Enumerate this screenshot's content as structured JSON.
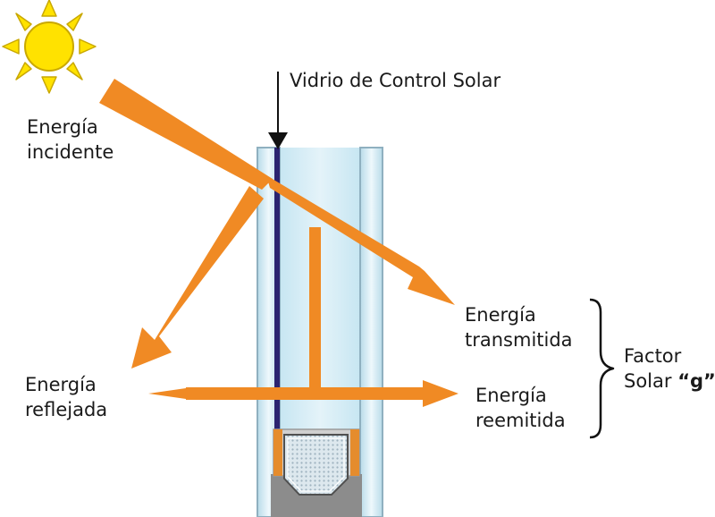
{
  "labels": {
    "glass_title": "Vidrio de Control Solar",
    "incident": [
      "Energía",
      "incidente"
    ],
    "transmitted": [
      "Energía",
      "transmitida"
    ],
    "reflected": [
      "Energía",
      "reflejada"
    ],
    "reemitted": [
      "Energía",
      "reemitida"
    ],
    "factor": {
      "line1": "Factor",
      "line2_prefix": "Solar",
      "symbol": "“g”"
    }
  },
  "colors": {
    "energy_arrow": "#f08a24",
    "sun_fill": "#ffe200",
    "sun_stroke": "#c9a800",
    "glass_fill": "#d6edf6",
    "coating_line": "#2b2370",
    "spacer_gray": "#8c8c8c"
  },
  "icons": [
    "sun-icon",
    "pointer-arrow-icon",
    "brace-icon"
  ]
}
